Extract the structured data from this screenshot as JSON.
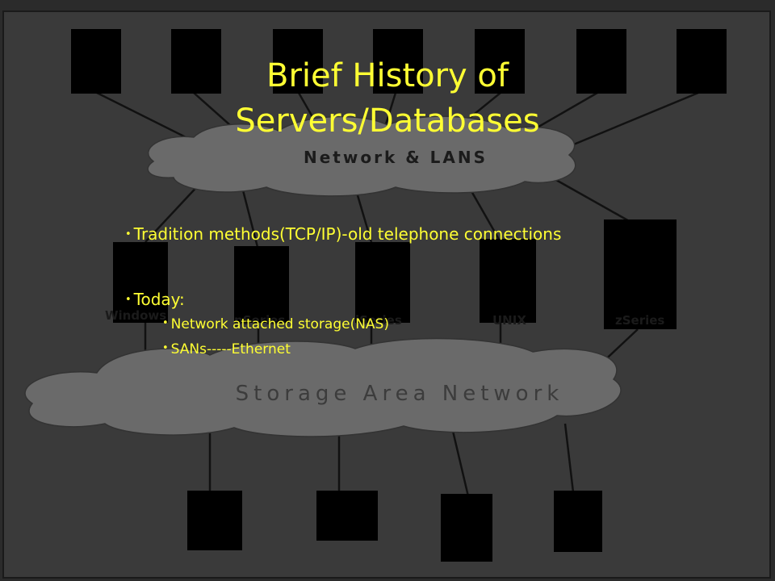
{
  "slide": {
    "title_lines": [
      "Brief History of",
      "Servers/Databases"
    ],
    "bullets": [
      {
        "level": 1,
        "text": "Tradition methods(TCP/IP)-old  telephone connections"
      },
      {
        "level": 1,
        "text": "Today:"
      },
      {
        "level": 2,
        "text": "Network attached storage(NAS)"
      },
      {
        "level": 2,
        "text": "SANs-----Ethernet"
      }
    ]
  },
  "diagram": {
    "upper_cloud_label": "Network & LANS",
    "lower_cloud_label": "Storage Area Network",
    "server_labels": [
      "Windows",
      "pSeries",
      "iSeries",
      "UNIX",
      "zSeries"
    ]
  },
  "colors": {
    "text": "#ffff33",
    "background": "#2b2b2b",
    "cloud": "#6e6e6e",
    "boxes": "#000000",
    "lines": "#111111"
  }
}
